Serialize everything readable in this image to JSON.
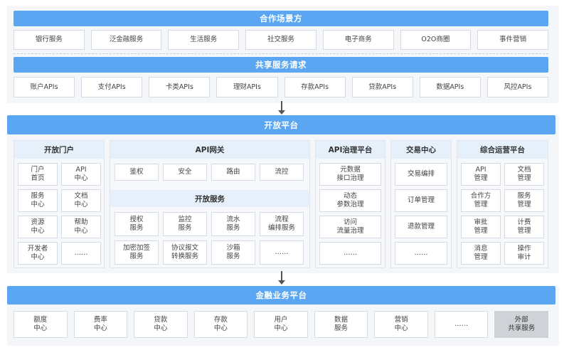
{
  "partners": {
    "title": "合作场景方",
    "items": [
      "银行服务",
      "泛金融服务",
      "生活服务",
      "社交服务",
      "电子商务",
      "O2O商圈",
      "事件营销"
    ]
  },
  "shared": {
    "title": "共享服务请求",
    "items": [
      "账户APIs",
      "支付APIs",
      "卡类APIs",
      "理财APIs",
      "存款APIs",
      "贷款APIs",
      "数据APIs",
      "风控APIs"
    ]
  },
  "platform": {
    "title": "开放平台",
    "portal": {
      "title": "开放门户",
      "items": [
        "门户\n首页",
        "API\n中心",
        "服务\n中心",
        "文档\n中心",
        "资源\n中心",
        "帮助\n中心",
        "开发者\n中心",
        "……"
      ]
    },
    "gateway": {
      "title": "API网关",
      "items": [
        "鉴权",
        "安全",
        "路由",
        "流控"
      ]
    },
    "open_services": {
      "title": "开放服务",
      "items": [
        "授权\n服务",
        "监控\n服务",
        "流水\n服务",
        "流程\n编排服务",
        "加密加签\n服务",
        "协议报文\n转换服务",
        "沙箱\n服务",
        "……"
      ]
    },
    "governance": {
      "title": "API治理平台",
      "items": [
        "元数据\n接口治理",
        "动态\n参数治理",
        "访问\n流量治理",
        "……"
      ]
    },
    "trade": {
      "title": "交易中心",
      "items": [
        "交易编排",
        "订单管理",
        "退款管理",
        "……"
      ]
    },
    "ops": {
      "title": "综合运营平台",
      "items": [
        "API\n管理",
        "文档\n管理",
        "合作方\n管理",
        "服务\n管理",
        "审批\n管理",
        "计费\n管理",
        "消息\n管理",
        "操作\n审计"
      ]
    }
  },
  "finance": {
    "title": "金融业务平台",
    "items": [
      "额度\n中心",
      "费率\n中心",
      "贷款\n中心",
      "存款\n中心",
      "用户\n中心",
      "数据\n服务",
      "营销\n中心",
      "……",
      "外部\n共享服务"
    ]
  }
}
